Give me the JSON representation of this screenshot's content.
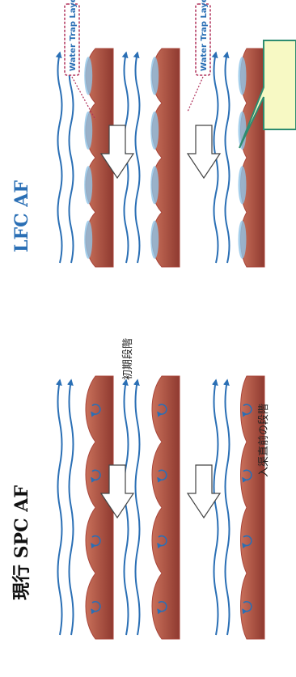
{
  "labels": {
    "current": "現行 SPC AF",
    "lfc": "LFC AF",
    "initial_stage": "初期段階",
    "pre_stage": "入渠直前の段階",
    "water_trap_top": "Water Trap Layer",
    "water_trap_bottom": "Water Trap Layer"
  },
  "colors": {
    "hull": "#a8453a",
    "hull_light": "#d98a6e",
    "flow": "#2a6fb5",
    "water": "#8fc3e6",
    "box_border": "#b0305a",
    "callout_fill": "#f7f9c4",
    "callout_border": "#2e8c70",
    "blue_text": "#2a6fb5"
  },
  "icons": [
    "flow-arrow-icon",
    "block-arrow-icon"
  ]
}
